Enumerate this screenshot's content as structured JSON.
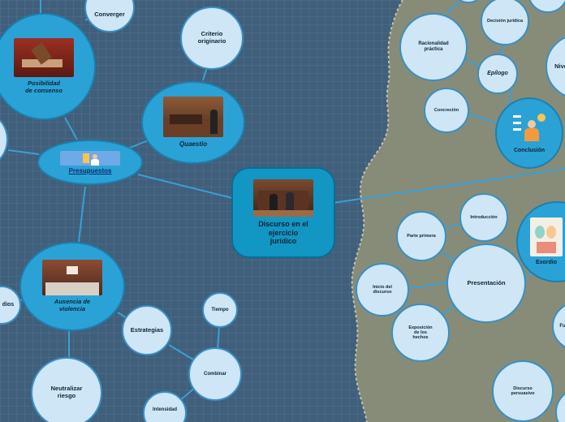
{
  "nodes": {
    "main": "Discurso en el ejercicio jurídico",
    "presupuestos": "Presupuestos",
    "quaestio": "Quaestio",
    "criterio": "Criterio originario",
    "consenso": "Posibilidad de consenso",
    "converger": "Converger",
    "violencia": "Ausencia de violencia",
    "neutralizar": "Neutralizar riesgo",
    "estrategias": "Estrategias",
    "combinar": "Combinar",
    "tiempo": "Tiempo",
    "intensidad": "Intensidad",
    "medios": "dios",
    "racionalidad": "Racionalidad práctica",
    "decision": "Decisión jurídica",
    "epilogo": "Epílogo",
    "concrecion": "Concreción",
    "conclusion": "Conclusión",
    "nivel": "Nive",
    "introduccion": "Introducción",
    "parte": "Parte primera",
    "presentacion": "Presentación",
    "inicio": "Inicio del discurso",
    "exposicion": "Exposición de los hechos",
    "exordio": "Exordio",
    "fu": "Fu",
    "persuasivo": "Discurso persuasivo"
  },
  "colors": {
    "background": "#3f5f7b",
    "land": "#878c78",
    "dark_node": "#2ba2d6",
    "light_node": "#cfe6f6",
    "main_node": "#1296c4",
    "connector": "#3a9fd6"
  },
  "icons": {
    "courtroom_photo": "courtroom-photo",
    "gavel_photo": "gavel-photo",
    "presupuestos_image": "people-documents-icon",
    "conclusion_image": "checklist-person-icon",
    "exordio_image": "faces-icon"
  }
}
